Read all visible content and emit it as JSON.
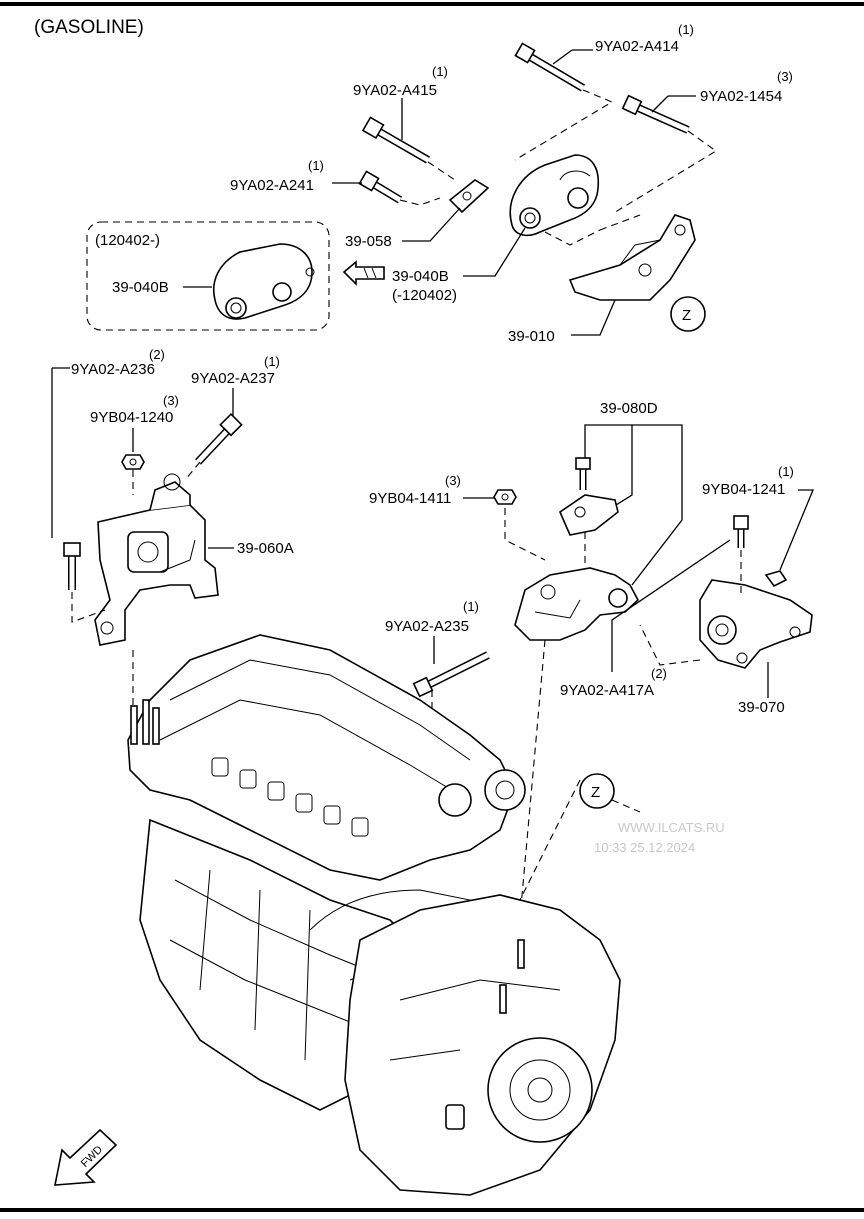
{
  "page": {
    "title": "(GASOLINE)",
    "watermark_line1": "WWW.ILCATS.RU",
    "watermark_line2": "10:33 25.12.2024",
    "fwd_label": "FWD",
    "view_marker": "Z"
  },
  "labels": {
    "a414": {
      "code": "9YA02-A414",
      "qty": "(1)"
    },
    "a1454": {
      "code": "9YA02-1454",
      "qty": "(3)"
    },
    "a415": {
      "code": "9YA02-A415",
      "qty": "(1)"
    },
    "a241": {
      "code": "9YA02-A241",
      "qty": "(1)"
    },
    "p058": {
      "code": "39-058"
    },
    "p040b": {
      "code": "39-040B",
      "note": "(-120402)"
    },
    "p040b_box": {
      "code": "39-040B",
      "note": "(120402-)"
    },
    "p010": {
      "code": "39-010"
    },
    "a236": {
      "code": "9YA02-A236",
      "qty": "(2)"
    },
    "a237": {
      "code": "9YA02-A237",
      "qty": "(1)"
    },
    "b1240": {
      "code": "9YB04-1240",
      "qty": "(3)"
    },
    "p060a": {
      "code": "39-060A"
    },
    "p080d": {
      "code": "39-080D"
    },
    "b1411": {
      "code": "9YB04-1411",
      "qty": "(3)"
    },
    "b1241": {
      "code": "9YB04-1241",
      "qty": "(1)"
    },
    "a235": {
      "code": "9YA02-A235",
      "qty": "(1)"
    },
    "a417a": {
      "code": "9YA02-A417A",
      "qty": "(2)"
    },
    "p070": {
      "code": "39-070"
    }
  }
}
